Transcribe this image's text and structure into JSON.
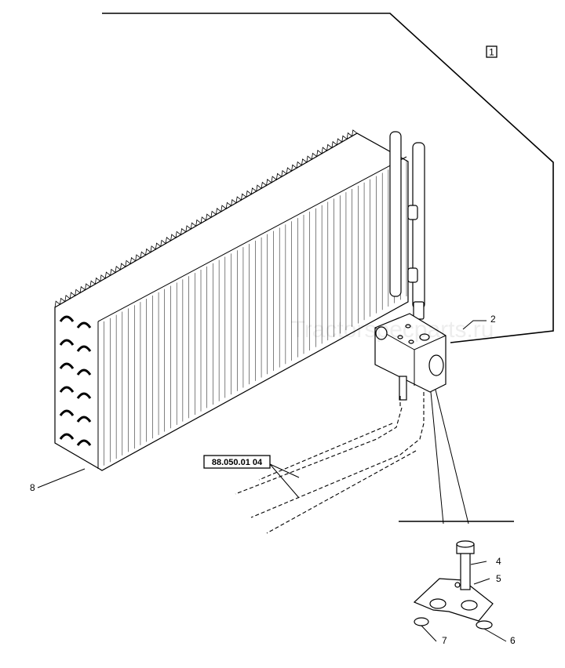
{
  "group_marker": "1",
  "reference_code": "88.050.01 04",
  "callouts": [
    "2",
    "4",
    "5",
    "6",
    "7",
    "8"
  ],
  "watermark": "Tractorspecparts.ru"
}
